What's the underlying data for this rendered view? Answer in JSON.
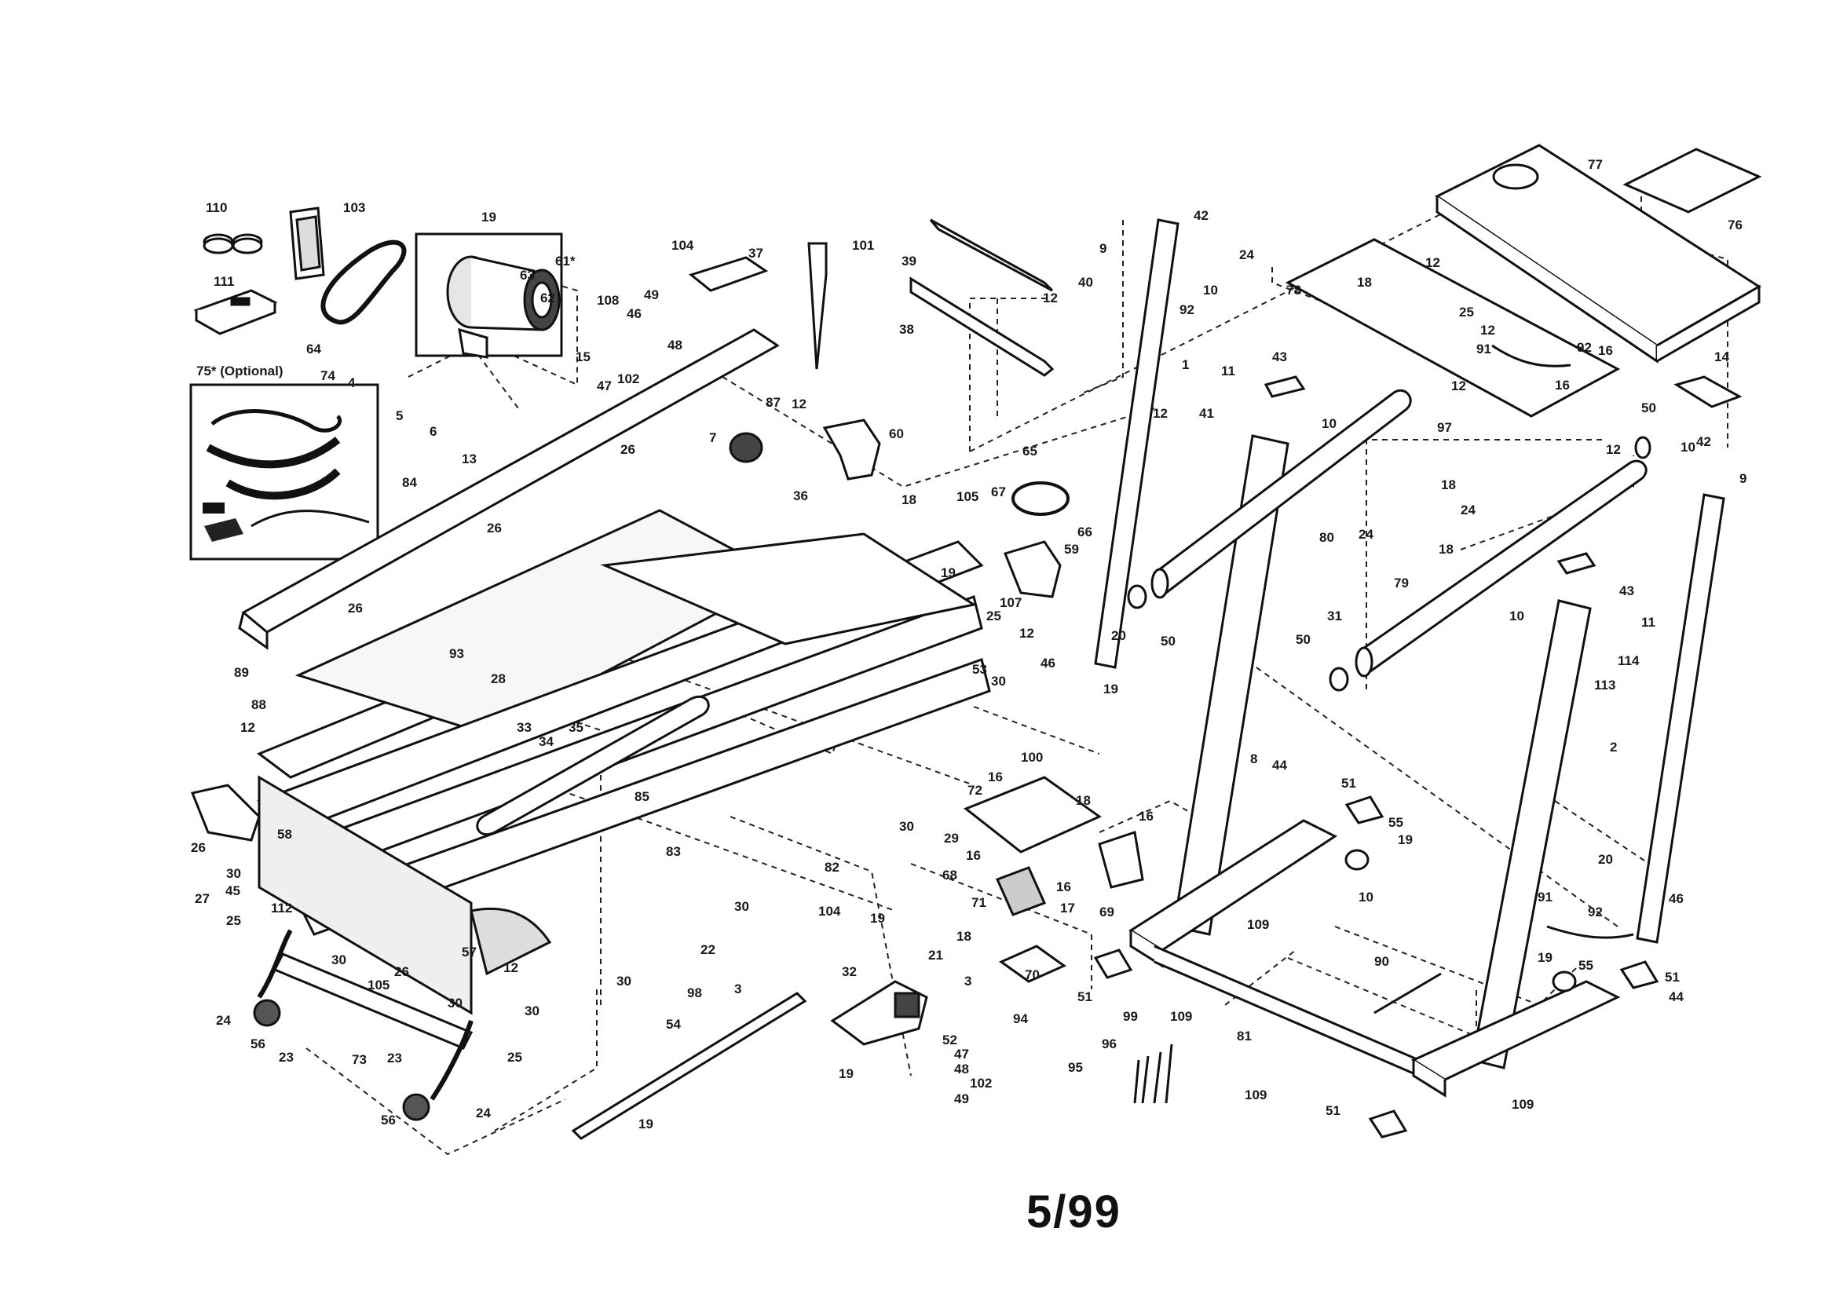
{
  "footer": {
    "date_code": "5/99"
  },
  "optional_box": {
    "caption": "75* (Optional)"
  },
  "labels": [
    {
      "id": "p110",
      "text": "110"
    },
    {
      "id": "p103",
      "text": "103"
    },
    {
      "id": "p19a",
      "text": "19"
    },
    {
      "id": "p61",
      "text": "61*"
    },
    {
      "id": "p104a",
      "text": "104"
    },
    {
      "id": "p63",
      "text": "63"
    },
    {
      "id": "p62",
      "text": "62"
    },
    {
      "id": "p64",
      "text": "64"
    },
    {
      "id": "p74",
      "text": "74"
    },
    {
      "id": "p4",
      "text": "4"
    },
    {
      "id": "p5",
      "text": "5"
    },
    {
      "id": "p6",
      "text": "6"
    },
    {
      "id": "p13",
      "text": "13"
    },
    {
      "id": "p15",
      "text": "15"
    },
    {
      "id": "p47a",
      "text": "47"
    },
    {
      "id": "p108",
      "text": "108"
    },
    {
      "id": "p46a",
      "text": "46"
    },
    {
      "id": "p49a",
      "text": "49"
    },
    {
      "id": "p48a",
      "text": "48"
    },
    {
      "id": "p102a",
      "text": "102"
    },
    {
      "id": "p111",
      "text": "111"
    },
    {
      "id": "p37",
      "text": "37"
    },
    {
      "id": "p101",
      "text": "101"
    },
    {
      "id": "p39",
      "text": "39"
    },
    {
      "id": "p38",
      "text": "38"
    },
    {
      "id": "p9a",
      "text": "9"
    },
    {
      "id": "p42a",
      "text": "42"
    },
    {
      "id": "p24a",
      "text": "24"
    },
    {
      "id": "p10a",
      "text": "10"
    },
    {
      "id": "p92a",
      "text": "92"
    },
    {
      "id": "p40",
      "text": "40"
    },
    {
      "id": "p12a",
      "text": "12"
    },
    {
      "id": "p1",
      "text": "1"
    },
    {
      "id": "p77",
      "text": "77"
    },
    {
      "id": "p76",
      "text": "76"
    },
    {
      "id": "p78",
      "text": "78"
    },
    {
      "id": "p18a",
      "text": "18"
    },
    {
      "id": "p12b",
      "text": "12"
    },
    {
      "id": "p25a",
      "text": "25"
    },
    {
      "id": "p12c",
      "text": "12"
    },
    {
      "id": "p91a",
      "text": "91"
    },
    {
      "id": "p92b",
      "text": "92"
    },
    {
      "id": "p16a",
      "text": "16"
    },
    {
      "id": "p14",
      "text": "14"
    },
    {
      "id": "p84",
      "text": "84"
    },
    {
      "id": "p7",
      "text": "7"
    },
    {
      "id": "p87",
      "text": "87"
    },
    {
      "id": "p12d",
      "text": "12"
    },
    {
      "id": "p60",
      "text": "60"
    },
    {
      "id": "p26a",
      "text": "26"
    },
    {
      "id": "p36",
      "text": "36"
    },
    {
      "id": "p18b",
      "text": "18"
    },
    {
      "id": "p105",
      "text": "105"
    },
    {
      "id": "p67",
      "text": "67"
    },
    {
      "id": "p65",
      "text": "65"
    },
    {
      "id": "p66",
      "text": "66"
    },
    {
      "id": "p59",
      "text": "59"
    },
    {
      "id": "p19b",
      "text": "19"
    },
    {
      "id": "p107",
      "text": "107"
    },
    {
      "id": "p25b",
      "text": "25"
    },
    {
      "id": "p26b",
      "text": "26"
    },
    {
      "id": "p43a",
      "text": "43"
    },
    {
      "id": "p11a",
      "text": "11"
    },
    {
      "id": "p41",
      "text": "41"
    },
    {
      "id": "p12e",
      "text": "12"
    },
    {
      "id": "p10b",
      "text": "10"
    },
    {
      "id": "p80",
      "text": "80"
    },
    {
      "id": "p24b",
      "text": "24"
    },
    {
      "id": "p97",
      "text": "97"
    },
    {
      "id": "p18c",
      "text": "18"
    },
    {
      "id": "p12f",
      "text": "12"
    },
    {
      "id": "p16b",
      "text": "16"
    },
    {
      "id": "p50a",
      "text": "50"
    },
    {
      "id": "p12g",
      "text": "12"
    },
    {
      "id": "p10c",
      "text": "10"
    },
    {
      "id": "p42b",
      "text": "42"
    },
    {
      "id": "p9b",
      "text": "9"
    },
    {
      "id": "p24c",
      "text": "24"
    },
    {
      "id": "p18d",
      "text": "18"
    },
    {
      "id": "p31",
      "text": "31"
    },
    {
      "id": "p79",
      "text": "79"
    },
    {
      "id": "p43b",
      "text": "43"
    },
    {
      "id": "p10d",
      "text": "10"
    },
    {
      "id": "p11b",
      "text": "11"
    },
    {
      "id": "p113",
      "text": "113"
    },
    {
      "id": "p114",
      "text": "114"
    },
    {
      "id": "p26c",
      "text": "26"
    },
    {
      "id": "p89",
      "text": "89"
    },
    {
      "id": "p93",
      "text": "93"
    },
    {
      "id": "p88",
      "text": "88"
    },
    {
      "id": "p28",
      "text": "28"
    },
    {
      "id": "p33",
      "text": "33"
    },
    {
      "id": "p34",
      "text": "34"
    },
    {
      "id": "p35",
      "text": "35"
    },
    {
      "id": "p12h",
      "text": "12"
    },
    {
      "id": "p85",
      "text": "85"
    },
    {
      "id": "p53",
      "text": "53"
    },
    {
      "id": "p30a",
      "text": "30"
    },
    {
      "id": "p46b",
      "text": "46"
    },
    {
      "id": "p20a",
      "text": "20"
    },
    {
      "id": "p19c",
      "text": "19"
    },
    {
      "id": "p50b",
      "text": "50"
    },
    {
      "id": "p12i",
      "text": "12"
    },
    {
      "id": "p50c",
      "text": "50"
    },
    {
      "id": "p100",
      "text": "100"
    },
    {
      "id": "p16c",
      "text": "16"
    },
    {
      "id": "p72",
      "text": "72"
    },
    {
      "id": "p29",
      "text": "29"
    },
    {
      "id": "p30b",
      "text": "30"
    },
    {
      "id": "p18e",
      "text": "18"
    },
    {
      "id": "p16d",
      "text": "16"
    },
    {
      "id": "p68",
      "text": "68"
    },
    {
      "id": "p16e",
      "text": "16"
    },
    {
      "id": "p71",
      "text": "71"
    },
    {
      "id": "p16f",
      "text": "16"
    },
    {
      "id": "p17",
      "text": "17"
    },
    {
      "id": "p18f",
      "text": "18"
    },
    {
      "id": "p70",
      "text": "70"
    },
    {
      "id": "p69",
      "text": "69"
    },
    {
      "id": "p8",
      "text": "8"
    },
    {
      "id": "p44a",
      "text": "44"
    },
    {
      "id": "p51a",
      "text": "51"
    },
    {
      "id": "p55a",
      "text": "55"
    },
    {
      "id": "p19d",
      "text": "19"
    },
    {
      "id": "p10e",
      "text": "10"
    },
    {
      "id": "p2",
      "text": "2"
    },
    {
      "id": "p58a",
      "text": "58"
    },
    {
      "id": "p26d",
      "text": "26"
    },
    {
      "id": "p27",
      "text": "27"
    },
    {
      "id": "p30c",
      "text": "30"
    },
    {
      "id": "p45",
      "text": "45"
    },
    {
      "id": "p112",
      "text": "112"
    },
    {
      "id": "p25c",
      "text": "25"
    },
    {
      "id": "p83",
      "text": "83"
    },
    {
      "id": "p82",
      "text": "82"
    },
    {
      "id": "p30d",
      "text": "30"
    },
    {
      "id": "p22",
      "text": "22"
    },
    {
      "id": "p57",
      "text": "57"
    },
    {
      "id": "p30e",
      "text": "30"
    },
    {
      "id": "p26e",
      "text": "26"
    },
    {
      "id": "p105b",
      "text": "105"
    },
    {
      "id": "p30f",
      "text": "30"
    },
    {
      "id": "p12j",
      "text": "12"
    },
    {
      "id": "p30g",
      "text": "30"
    },
    {
      "id": "p30h",
      "text": "30"
    },
    {
      "id": "p104b",
      "text": "104"
    },
    {
      "id": "p19e",
      "text": "19"
    },
    {
      "id": "p109a",
      "text": "109"
    },
    {
      "id": "p20b",
      "text": "20"
    },
    {
      "id": "p91b",
      "text": "91"
    },
    {
      "id": "p92c",
      "text": "92"
    },
    {
      "id": "p46c",
      "text": "46"
    },
    {
      "id": "p90",
      "text": "90"
    },
    {
      "id": "p19f",
      "text": "19"
    },
    {
      "id": "p55b",
      "text": "55"
    },
    {
      "id": "p51b",
      "text": "51"
    },
    {
      "id": "p24d",
      "text": "24"
    },
    {
      "id": "p56a",
      "text": "56"
    },
    {
      "id": "p23a",
      "text": "23"
    },
    {
      "id": "p73",
      "text": "73"
    },
    {
      "id": "p98",
      "text": "98"
    },
    {
      "id": "p3a",
      "text": "3"
    },
    {
      "id": "p32",
      "text": "32"
    },
    {
      "id": "p21",
      "text": "21"
    },
    {
      "id": "p3b",
      "text": "3"
    },
    {
      "id": "p51c",
      "text": "51"
    },
    {
      "id": "p109b",
      "text": "109"
    },
    {
      "id": "p81",
      "text": "81"
    },
    {
      "id": "p44b",
      "text": "44"
    },
    {
      "id": "p23b",
      "text": "23"
    },
    {
      "id": "p25d",
      "text": "25"
    },
    {
      "id": "p56b",
      "text": "56"
    },
    {
      "id": "p24e",
      "text": "24"
    },
    {
      "id": "p54",
      "text": "54"
    },
    {
      "id": "p19g",
      "text": "19"
    },
    {
      "id": "p52",
      "text": "52"
    },
    {
      "id": "p47b",
      "text": "47"
    },
    {
      "id": "p48b",
      "text": "48"
    },
    {
      "id": "p102b",
      "text": "102"
    },
    {
      "id": "p49b",
      "text": "49"
    },
    {
      "id": "p19h",
      "text": "19"
    },
    {
      "id": "p94",
      "text": "94"
    },
    {
      "id": "p95",
      "text": "95"
    },
    {
      "id": "p99",
      "text": "99"
    },
    {
      "id": "p96",
      "text": "96"
    },
    {
      "id": "p109c",
      "text": "109"
    },
    {
      "id": "p109d",
      "text": "109"
    },
    {
      "id": "p51d",
      "text": "51"
    }
  ]
}
